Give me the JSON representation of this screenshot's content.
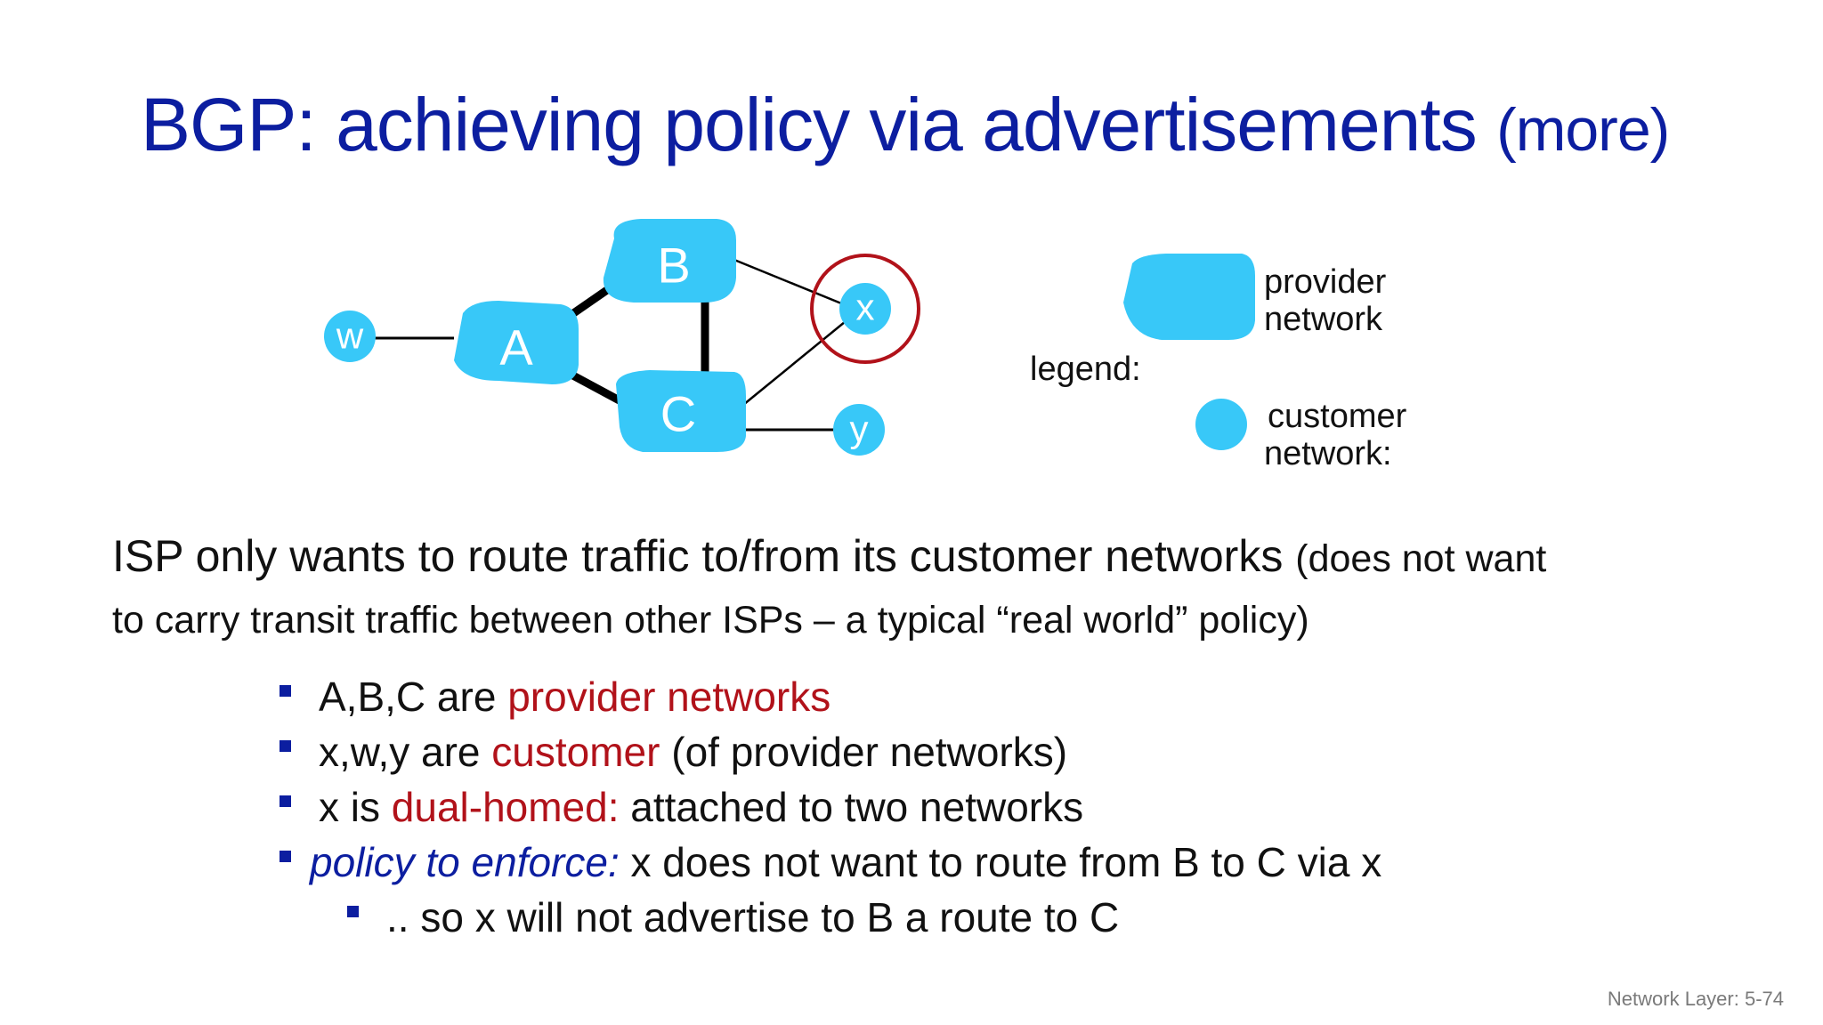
{
  "title": {
    "main": "BGP: achieving policy via advertisements",
    "more": "(more)"
  },
  "diagram": {
    "nodes": {
      "w": "w",
      "A": "A",
      "B": "B",
      "C": "C",
      "x": "x",
      "y": "y"
    },
    "legend": {
      "label": "legend:",
      "provider_line1": "provider",
      "provider_line2": "network",
      "customer_line1": "customer",
      "customer_line2": "network:"
    },
    "colors": {
      "node": "#38c8f8",
      "highlight_ring": "#b1121a",
      "link": "#000000"
    }
  },
  "paragraph": {
    "main": "ISP only wants to route traffic to/from its customer networks",
    "aside_line1": "(does not want",
    "aside_line2": "to carry transit traffic between other ISPs – a typical “real world” policy)"
  },
  "bullets": [
    {
      "prefix": "A,B,C are ",
      "highlight": "provider networks",
      "suffix": ""
    },
    {
      "prefix": "x,w,y are ",
      "highlight": "customer",
      "suffix": " (of provider networks)"
    },
    {
      "prefix": "x is ",
      "highlight": "dual-homed:",
      "suffix": " attached to two networks"
    },
    {
      "italic": "policy to enforce:",
      "suffix": " x does not want to route from B to C via x"
    },
    {
      "sub": ".. so x will not advertise to B a route to C"
    }
  ],
  "footer": "Network Layer: 5-74"
}
